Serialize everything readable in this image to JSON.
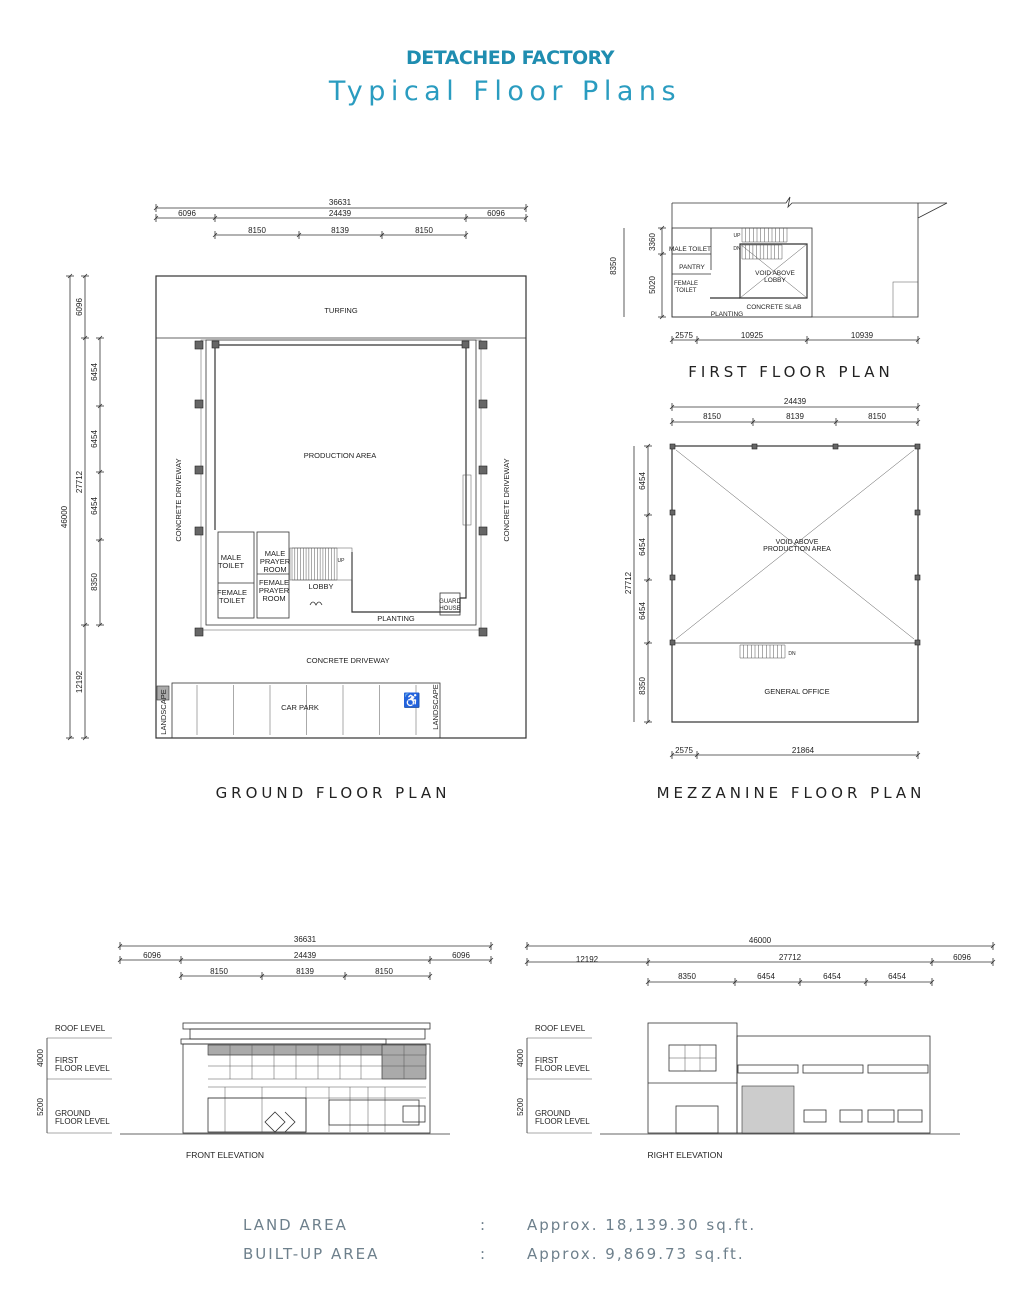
{
  "header": {
    "title": "DETACHED FACTORY",
    "subtitle": "Typical Floor Plans"
  },
  "ground_floor": {
    "label": "GROUND FLOOR PLAN",
    "dims": {
      "overall": "36631",
      "top": [
        "6096",
        "24439",
        "6096"
      ],
      "sub": [
        "8150",
        "8139",
        "8150"
      ],
      "left_overall": "46000",
      "left": [
        "6096",
        "27712",
        "12192"
      ],
      "left_sub": [
        "6454",
        "6454",
        "6454",
        "8350"
      ]
    },
    "rooms": {
      "turfing": "TURFING",
      "production_area": "PRODUCTION AREA",
      "concrete_driveway": "CONCRETE DRIVEWAY",
      "male_toilet": [
        "MALE",
        "TOILET"
      ],
      "female_toilet": [
        "FEMALE",
        "TOILET"
      ],
      "male_prayer_room": [
        "MALE",
        "PRAYER",
        "ROOM"
      ],
      "female_prayer_room": [
        "FEMALE",
        "PRAYER",
        "ROOM"
      ],
      "lobby": "LOBBY",
      "planting": "PLANTING",
      "guard_house": [
        "GUARD",
        "HOUSE"
      ],
      "car_park": "CAR PARK",
      "landscape": "LANDSCAPE",
      "up": "UP"
    }
  },
  "first_floor": {
    "label": "FIRST FLOOR PLAN",
    "dims": {
      "bottom": [
        "2575",
        "10925",
        "10939"
      ],
      "left": "8350",
      "left_sub": [
        "3360",
        "5020"
      ]
    },
    "rooms": {
      "male_toilet": "MALE TOILET",
      "pantry": "PANTRY",
      "female_toilet": [
        "FEMALE",
        "TOILET"
      ],
      "void_above_lobby": [
        "VOID ABOVE",
        "LOBBY"
      ],
      "concrete_slab": "CONCRETE SLAB",
      "planting": "PLANTING",
      "up": "UP",
      "dn": "DN"
    }
  },
  "mezzanine_floor": {
    "label": "MEZZANINE FLOOR PLAN",
    "dims": {
      "overall": "24439",
      "sub": [
        "8150",
        "8139",
        "8150"
      ],
      "bottom": [
        "2575",
        "21864"
      ],
      "left": "27712",
      "left_sub": [
        "6454",
        "6454",
        "6454",
        "8350"
      ]
    },
    "rooms": {
      "void_above": [
        "VOID ABOVE",
        "PRODUCTION AREA"
      ],
      "general_office": "GENERAL OFFICE",
      "dn": "DN"
    }
  },
  "levels": {
    "roof": "ROOF LEVEL",
    "first": [
      "FIRST",
      "FLOOR LEVEL"
    ],
    "ground": [
      "GROUND",
      "FLOOR LEVEL"
    ],
    "heights": [
      "4000",
      "5200"
    ]
  },
  "front_elevation": {
    "label": "FRONT ELEVATION",
    "dims": {
      "overall": "36631",
      "top": [
        "6096",
        "24439",
        "6096"
      ],
      "sub": [
        "8150",
        "8139",
        "8150"
      ]
    }
  },
  "right_elevation": {
    "label": "RIGHT ELEVATION",
    "dims": {
      "overall": "46000",
      "top": [
        "12192",
        "27712",
        "6096"
      ],
      "sub": [
        "8350",
        "6454",
        "6454",
        "6454"
      ]
    }
  },
  "area_summary": [
    {
      "label": "LAND AREA",
      "separator": ":",
      "value": "Approx. 18,139.30 sq.ft."
    },
    {
      "label": "BUILT-UP AREA",
      "separator": ":",
      "value": "Approx. 9,869.73 sq.ft."
    }
  ],
  "colors": {
    "title": "#1f8db0",
    "subtitle": "#2a9cc0",
    "area_text": "#6e808c"
  }
}
